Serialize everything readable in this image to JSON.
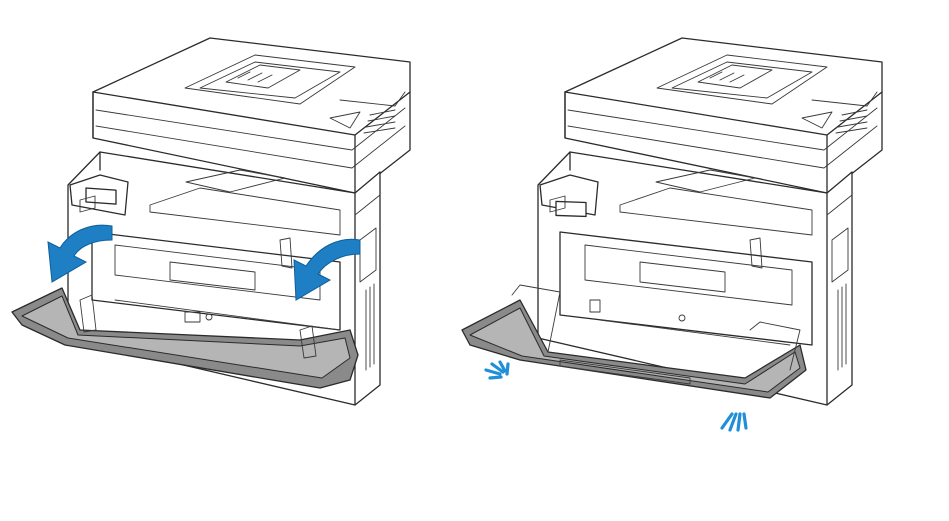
{
  "figure": {
    "panels": [
      {
        "id": "door-opening",
        "printer_state": "front-door-opening",
        "motion_arrow_color": "#1e7fc4"
      },
      {
        "id": "door-open",
        "printer_state": "front-door-fully-open",
        "click_indicator_color": "#1e8fd8"
      }
    ],
    "colors": {
      "line": "#2b2b2b",
      "door_fill": "#8a8a8a",
      "arrow": "#1e7fc4",
      "click": "#1e8fd8"
    },
    "icons": [
      "down-curved-arrow-icon",
      "down-curved-arrow-icon",
      "click-indicator-icon",
      "click-indicator-icon"
    ]
  }
}
